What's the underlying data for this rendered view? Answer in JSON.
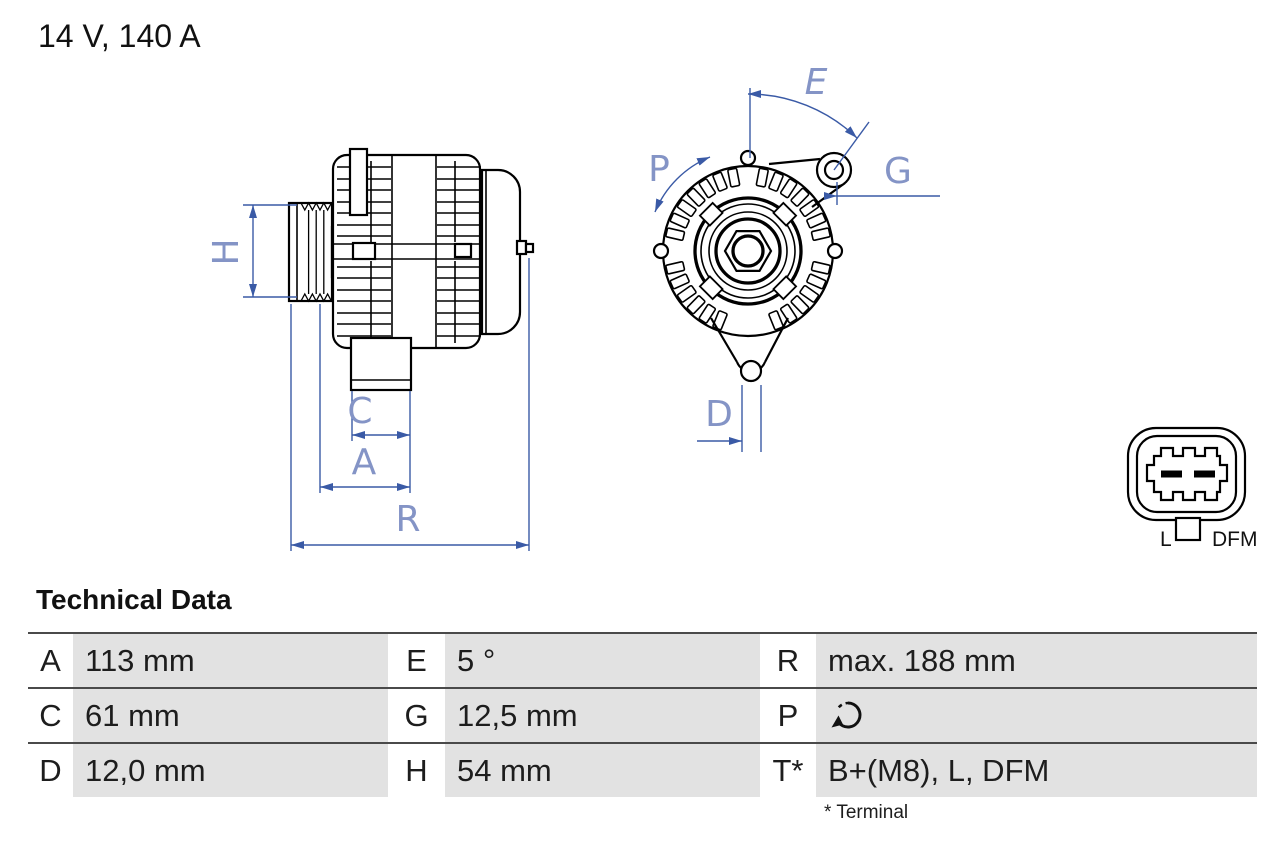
{
  "header": {
    "title": "14 V, 140 A"
  },
  "diagram": {
    "side_view": {
      "description": "alternator-side-view-technical-drawing",
      "dim_labels": {
        "h": "H",
        "c": "C",
        "a": "A",
        "r": "R"
      }
    },
    "front_view": {
      "description": "alternator-front-view-technical-drawing",
      "dim_labels": {
        "p": "P",
        "e": "E",
        "g": "G",
        "d": "D"
      }
    },
    "connector": {
      "description": "plug-connector-2-pin",
      "pin_left_label": "L",
      "pin_right_label": "DFM"
    }
  },
  "technical_data": {
    "heading": "Technical Data",
    "rows": [
      {
        "cells": [
          {
            "key": "A",
            "value": "113 mm"
          },
          {
            "key": "E",
            "value": "5 °"
          },
          {
            "key": "R",
            "value": "max. 188 mm"
          }
        ]
      },
      {
        "cells": [
          {
            "key": "C",
            "value": "61 mm"
          },
          {
            "key": "G",
            "value": "12,5 mm"
          },
          {
            "key": "P",
            "value": "",
            "icon": "rotation-direction-clockwise"
          }
        ]
      },
      {
        "cells": [
          {
            "key": "D",
            "value": "12,0 mm"
          },
          {
            "key": "H",
            "value": "54 mm"
          },
          {
            "key": "T*",
            "value": "B+(M8), L, DFM"
          }
        ]
      }
    ],
    "footnote": "* Terminal"
  },
  "colors": {
    "dimension_line": "#3a5aa6",
    "dimension_label": "#8494c6",
    "drawing_line": "#000000",
    "table_value_bg": "#e2e2e2",
    "table_border": "#4a4a4a",
    "background": "#ffffff"
  }
}
